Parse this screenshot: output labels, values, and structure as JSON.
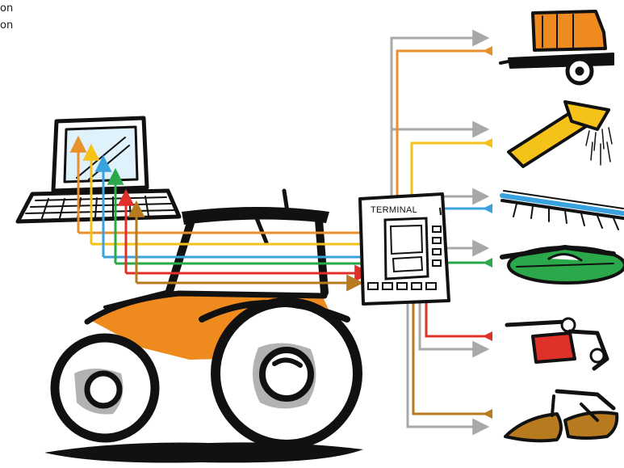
{
  "legend": {
    "line1": "on",
    "line2": "on"
  },
  "terminal": {
    "label": "TERMINAL"
  },
  "colors": {
    "gray": "#a8a8a8",
    "orange": "#e8912a",
    "yellow": "#f5c21a",
    "blue": "#3aa2dc",
    "green": "#2aa84a",
    "red": "#e0302a",
    "brown": "#b87a1e",
    "tractor_body": "#ef8a1e",
    "black": "#111111"
  },
  "implements": [
    {
      "name": "baler-icon"
    },
    {
      "name": "fertilizer-spreader-icon"
    },
    {
      "name": "sprayer-icon"
    },
    {
      "name": "mower-icon"
    },
    {
      "name": "seeder-icon"
    },
    {
      "name": "plough-icon"
    }
  ]
}
